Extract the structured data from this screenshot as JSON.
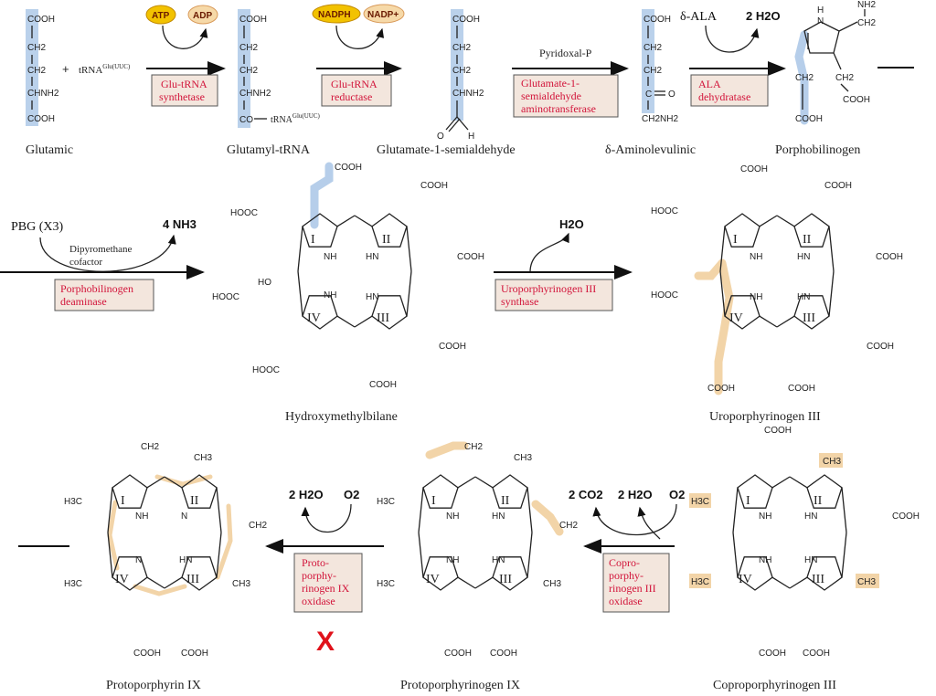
{
  "colors": {
    "enzyme_text": "#d2143a",
    "enzyme_box": "#f3e6dd",
    "highlight_blue": "#a9c6e6",
    "highlight_orange": "#f1cf9f",
    "x_mark": "#e0121b",
    "cofactor_fill": "#f2c200"
  },
  "row1": {
    "glutamic": {
      "cooh_top": "COOH",
      "ch2_a": "CH2",
      "ch2_b": "CH2",
      "chnh2": "CHNH2",
      "cooh_bot": "COOH",
      "plus": "+",
      "trna": "tRNA",
      "trna_sup": "Glu(UUC)",
      "name": "Glutamic"
    },
    "enzyme1": {
      "l1": "Glu-tRNA",
      "l2": "synthetase",
      "in": "ATP",
      "out": "ADP"
    },
    "glutamyl": {
      "cooh": "COOH",
      "ch2_a": "CH2",
      "ch2_b": "CH2",
      "chnh2": "CHNH2",
      "co": "CO",
      "trna": "tRNA",
      "trna_sup": "Glu(UUC)",
      "name": "Glutamyl-tRNA"
    },
    "enzyme2": {
      "l1": "Glu-tRNA",
      "l2": "reductase",
      "in": "NADPH",
      "out": "NADP+"
    },
    "semi": {
      "cooh": "COOH",
      "ch2_a": "CH2",
      "ch2_b": "CH2",
      "chnh2": "CHNH2",
      "o": "O",
      "h": "H",
      "name": "Glutamate-1-semialdehyde"
    },
    "enzyme3": {
      "cofactor": "Pyridoxal-P",
      "l1": "Glutamate-1-",
      "l2": "semialdehyde",
      "l3": "aminotransferase"
    },
    "ala": {
      "cooh": "COOH",
      "ch2_a": "CH2",
      "ch2_b": "CH2",
      "c": "C",
      "o": "O",
      "ch2nh2": "CH2NH2",
      "name": "δ-Aminolevulinic"
    },
    "enzyme4": {
      "in": "δ-ALA",
      "out": "2 H2O",
      "l1": "ALA",
      "l2": "dehydratase"
    },
    "pbg": {
      "nh2": "NH2",
      "ch2": "CH2",
      "h": "H",
      "n": "N",
      "ch2_a": "CH2",
      "ch2_b": "CH2",
      "cooh": "COOH",
      "cooh_b": "COOH",
      "name": "Porphobilinogen"
    }
  },
  "row2": {
    "input": "PBG (X3)",
    "output": "4 NH3",
    "cofactor_l1": "Dipyromethane",
    "cofactor_l2": "cofactor",
    "enzyme5": {
      "l1": "Porphobilinogen",
      "l2": "deaminase"
    },
    "hmb": {
      "name": "Hydroxymethylbilane",
      "cooh": "COOH",
      "hooc": "HOOC",
      "ho": "HO",
      "nh": "NH",
      "hn": "HN",
      "r1": "I",
      "r2": "II",
      "r3": "III",
      "r4": "IV"
    },
    "enzyme6": {
      "l1": "Uroporphyrinogen III",
      "l2": "synthase",
      "out": "H2O"
    },
    "uro": {
      "name": "Uroporphyrinogen III",
      "cooh": "COOH",
      "hooc": "HOOC",
      "nh": "NH",
      "hn": "HN",
      "r1": "I",
      "r2": "II",
      "r3": "III",
      "r4": "IV"
    }
  },
  "row3": {
    "proto": {
      "name": "Protoporphyrin IX",
      "ch2": "CH2",
      "ch3": "CH3",
      "h3c": "H3C",
      "cooh": "COOH",
      "n": "N",
      "nh": "NH",
      "hn": "HN",
      "r1": "I",
      "r2": "II",
      "r3": "III",
      "r4": "IV"
    },
    "enzyme7": {
      "l1": "Proto-",
      "l2": "porphy-",
      "l3": "rinogen IX",
      "l4": "oxidase",
      "out": "2 H2O",
      "in": "O2",
      "mark": "X"
    },
    "protogen": {
      "name": "Protoporphyrinogen IX",
      "ch2": "CH2",
      "ch3": "CH3",
      "h3c": "H3C",
      "cooh": "COOH",
      "nh": "NH",
      "hn": "HN",
      "r1": "I",
      "r2": "II",
      "r3": "III",
      "r4": "IV"
    },
    "enzyme8": {
      "l1": "Copro-",
      "l2": "porphy-",
      "l3": "rinogen III",
      "l4": "oxidase",
      "out1": "2 CO2",
      "out2": "2 H2O",
      "in": "O2"
    },
    "copro": {
      "name": "Coproporphyrinogen III",
      "ch3": "CH3",
      "h3c": "H3C",
      "cooh": "COOH",
      "nh": "NH",
      "hn": "HN",
      "r1": "I",
      "r2": "II",
      "r3": "III",
      "r4": "IV"
    }
  }
}
